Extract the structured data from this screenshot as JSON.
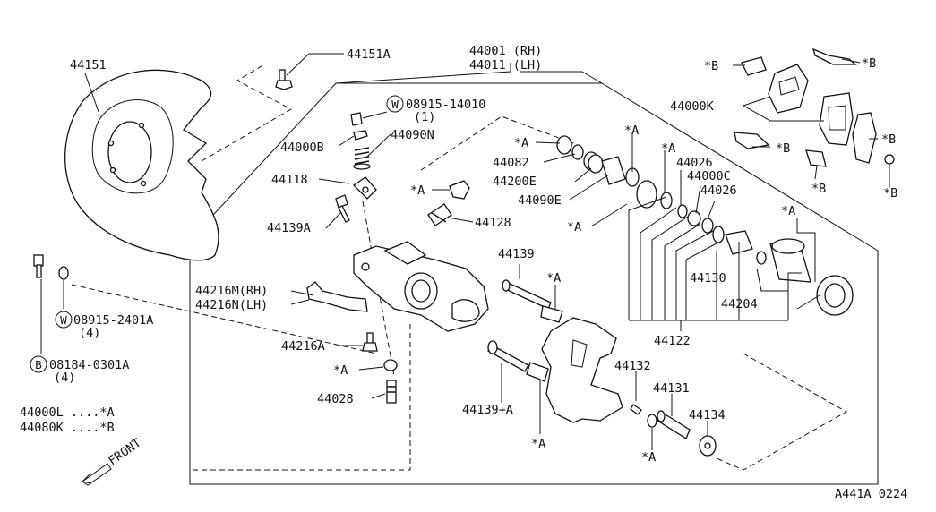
{
  "diagram_id": "A441A 0224",
  "front_label": "FRONT",
  "labels": {
    "l44151": "44151",
    "l44151A": "44151A",
    "l44001": "44001 (RH)",
    "l44011": "44011 (LH)",
    "lW08915_14010": "08915-14010",
    "lW08915_14010_qty": "(1)",
    "l44000B": "44000B",
    "l44090N": "44090N",
    "l44118": "44118",
    "l44139A": "44139A",
    "l44128": "44128",
    "l44082": "44082",
    "l44200E": "44200E",
    "l44090E": "44090E",
    "l44026a": "44026",
    "l44000C": "44000C",
    "l44026b": "44026",
    "l44000K": "44000K",
    "l44139": "44139",
    "l44130": "44130",
    "l44204": "44204",
    "l44122": "44122",
    "l44216M": "44216M(RH)",
    "l44216N": "44216N(LH)",
    "lW08915_2401A": "08915-2401A",
    "lW08915_2401A_qty": "(4)",
    "l44216A": "44216A",
    "lB08184_0301A": "08184-0301A",
    "lB08184_0301A_qty": "(4)",
    "l44028": "44028",
    "l44132": "44132",
    "l44131": "44131",
    "l44134": "44134",
    "l44139pA": "44139+A",
    "legend1": "44000L ....*A",
    "legend2": "44080K ....*B",
    "starA": "*A",
    "starB": "*B",
    "circleW": "W",
    "circleB": "B"
  }
}
